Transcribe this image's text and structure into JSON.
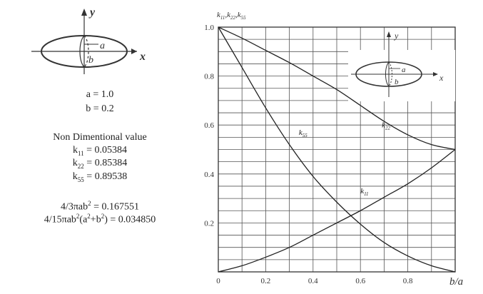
{
  "left": {
    "ellipse_axis_x": "x",
    "ellipse_axis_y": "y",
    "ellipse_a": "a",
    "ellipse_b": "b",
    "a_line": "a = 1.0",
    "b_line": "b = 0.2",
    "heading": "Non Dimentional value",
    "k11": {
      "sym": "k",
      "sub": "11",
      "rhs": " = 0.05384"
    },
    "k22": {
      "sym": "k",
      "sub": "22",
      "rhs": " = 0.85384"
    },
    "k55": {
      "sym": "k",
      "sub": "55",
      "rhs": " = 0.89538"
    },
    "f1": {
      "pre": "4/3πab",
      "sup": "2",
      "rhs": " = 0.167551"
    },
    "f2": {
      "pre": "4/15πab",
      "sup1": "2",
      "mid": "(a",
      "sup2": "2",
      "mid2": "+b",
      "sup3": "2",
      "rhs": ") = 0.034850"
    }
  },
  "chart_data": {
    "type": "line",
    "ylabel": "k11, k22, k55",
    "xlabel": "b/a",
    "xlim": [
      0,
      1.0
    ],
    "ylim": [
      0,
      1.0
    ],
    "x_ticks": [
      "0",
      "0.2",
      "0.4",
      "0.6",
      "0.8"
    ],
    "y_ticks": [
      "0.2",
      "0.4",
      "0.6",
      "0.8",
      "1.0"
    ],
    "grid": true,
    "inset": {
      "axis_x": "x",
      "axis_y": "y",
      "a": "a",
      "b": "b"
    },
    "series": [
      {
        "name": "k22",
        "label_at": [
          0.69,
          0.59
        ],
        "x": [
          0,
          0.1,
          0.2,
          0.3,
          0.4,
          0.5,
          0.6,
          0.7,
          0.8,
          0.9,
          1.0
        ],
        "y": [
          1.0,
          0.955,
          0.905,
          0.855,
          0.8,
          0.745,
          0.68,
          0.615,
          0.56,
          0.52,
          0.5
        ]
      },
      {
        "name": "k55",
        "label_at": [
          0.34,
          0.56
        ],
        "x": [
          0,
          0.1,
          0.2,
          0.3,
          0.4,
          0.5,
          0.6,
          0.7,
          0.8,
          0.9,
          1.0
        ],
        "y": [
          1.0,
          0.835,
          0.67,
          0.52,
          0.39,
          0.285,
          0.195,
          0.12,
          0.065,
          0.025,
          0.0
        ]
      },
      {
        "name": "k11",
        "label_at": [
          0.6,
          0.32
        ],
        "x": [
          0,
          0.1,
          0.2,
          0.3,
          0.4,
          0.5,
          0.6,
          0.7,
          0.8,
          0.9,
          1.0
        ],
        "y": [
          0.0,
          0.025,
          0.06,
          0.1,
          0.15,
          0.2,
          0.25,
          0.305,
          0.36,
          0.425,
          0.5
        ]
      }
    ]
  }
}
